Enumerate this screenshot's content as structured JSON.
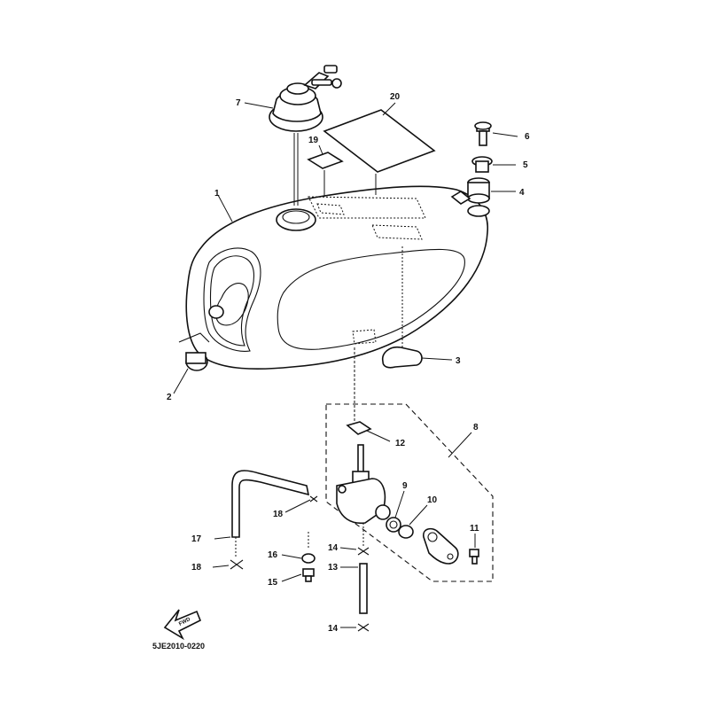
{
  "diagram": {
    "code": "5JE2010-0220",
    "fwd_label": "FWD",
    "callouts": {
      "c1": "1",
      "c2": "2",
      "c3": "3",
      "c4": "4",
      "c5": "5",
      "c6": "6",
      "c7": "7",
      "c8": "8",
      "c9": "9",
      "c10": "10",
      "c11": "11",
      "c12": "12",
      "c13": "13",
      "c14a": "14",
      "c14b": "14",
      "c15": "15",
      "c16": "16",
      "c17": "17",
      "c18a": "18",
      "c18b": "18",
      "c19": "19",
      "c20": "20"
    }
  }
}
